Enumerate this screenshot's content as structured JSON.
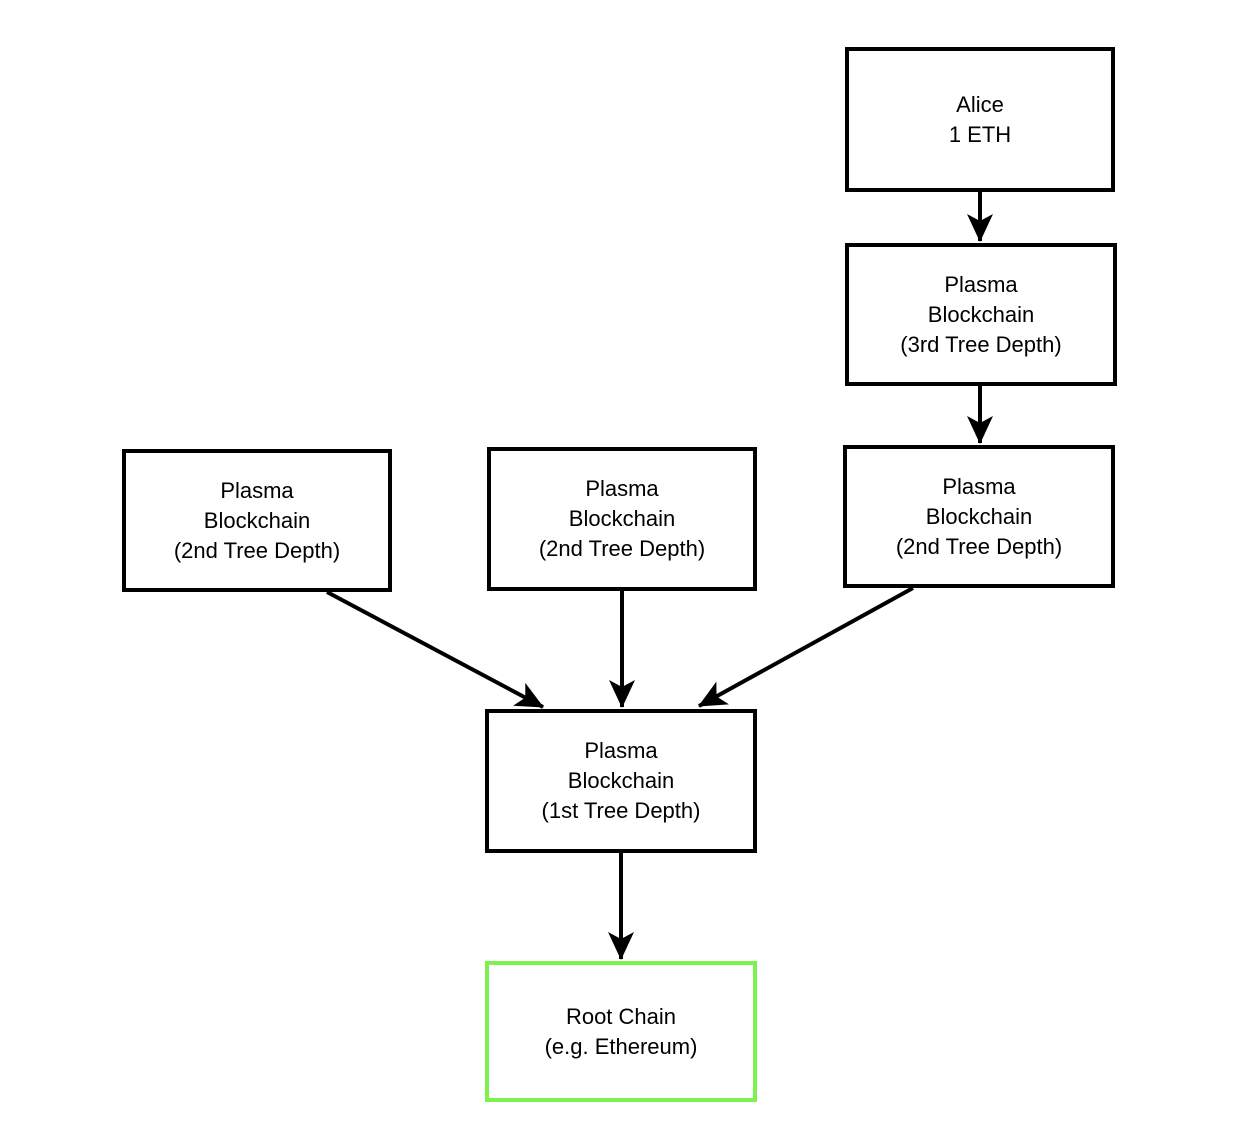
{
  "diagram": {
    "type": "flowchart",
    "background": "#ffffff",
    "colors": {
      "node_border": "#000000",
      "root_chain_border": "#7df24e",
      "arrow": "#000000",
      "text": "#000000",
      "node_fill": "#ffffff"
    },
    "nodes": {
      "alice": {
        "label": "Alice\n1 ETH"
      },
      "plasma3": {
        "label": "Plasma\nBlockchain\n(3rd Tree Depth)"
      },
      "plasma2_left": {
        "label": "Plasma\nBlockchain\n(2nd Tree Depth)"
      },
      "plasma2_mid": {
        "label": "Plasma\nBlockchain\n(2nd Tree Depth)"
      },
      "plasma2_right": {
        "label": "Plasma\nBlockchain\n(2nd Tree Depth)"
      },
      "plasma1": {
        "label": "Plasma\nBlockchain\n(1st Tree Depth)"
      },
      "root": {
        "label": "Root Chain\n(e.g. Ethereum)"
      }
    },
    "edges": [
      {
        "from": "alice",
        "to": "plasma3"
      },
      {
        "from": "plasma3",
        "to": "plasma2_right"
      },
      {
        "from": "plasma2_left",
        "to": "plasma1"
      },
      {
        "from": "plasma2_mid",
        "to": "plasma1"
      },
      {
        "from": "plasma2_right",
        "to": "plasma1"
      },
      {
        "from": "plasma1",
        "to": "root"
      }
    ]
  }
}
